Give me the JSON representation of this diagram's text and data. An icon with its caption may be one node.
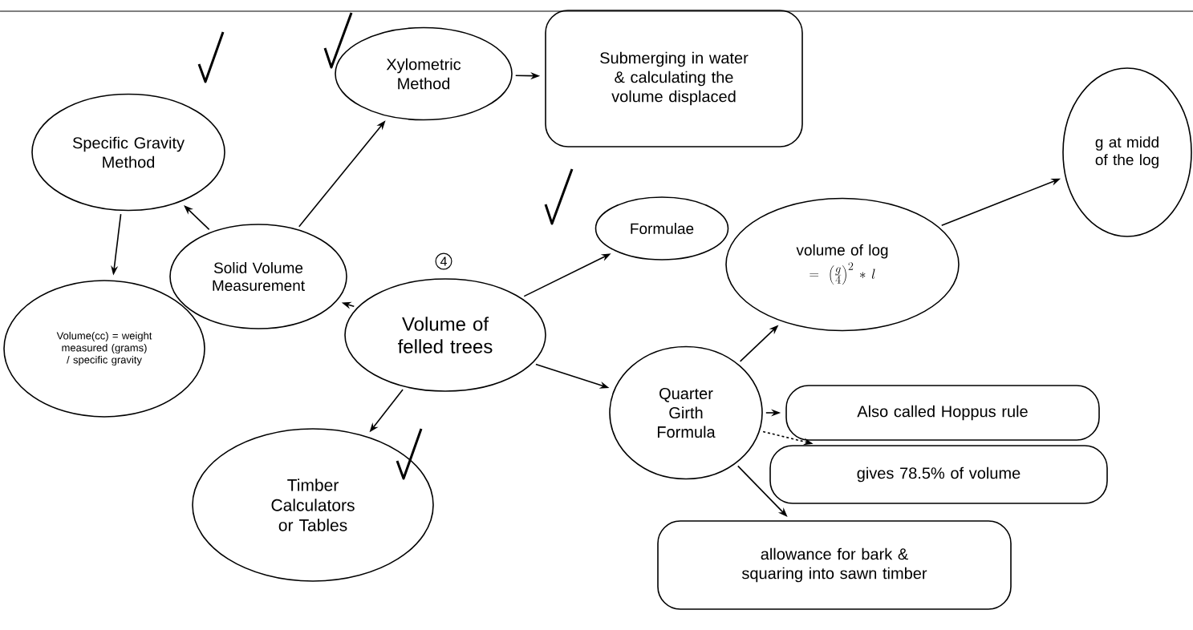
{
  "diagram": {
    "nodes": [
      {
        "text": [
          "Volume of felled trees"
        ]
      },
      {
        "text": [
          "Solid Volume Measurement"
        ]
      },
      {
        "text": [
          "Specific Gravity Method"
        ]
      },
      {
        "text": [
          "Volume(cc) = weight measured (grams) / specific gravity"
        ]
      },
      {
        "text": [
          "Xylometric Method"
        ]
      },
      {
        "text": [
          "Submerging in water & calculating the volume displaced"
        ]
      },
      {
        "text": [
          "Formulae"
        ]
      },
      {
        "text": [
          "Quarter Girth Formula"
        ]
      },
      {
        "text": [
          "volume of log",
          "=\\left(\\frac{g}{4}\\right)^{2}\\ast l"
        ]
      },
      {
        "text": [
          "g at midd of the log"
        ]
      },
      {
        "text": [
          "Also called Hoppus rule"
        ]
      },
      {
        "text": [
          "gives 78.5% of volume"
        ]
      },
      {
        "text": [
          "allowance for bark & squaring into sawn timber"
        ]
      },
      {
        "text": [
          "Timber Calculators or Tables"
        ]
      }
    ],
    "edges": [
      {
        "from": 0,
        "to": 1,
        "arrow": "to"
      },
      {
        "from": 1,
        "to": 2,
        "arrow": "to"
      },
      {
        "from": 2,
        "to": 3,
        "arrow": "to"
      },
      {
        "from": 1,
        "to": 4,
        "arrow": "to"
      },
      {
        "from": 4,
        "to": 5,
        "arrow": "to"
      },
      {
        "from": 0,
        "to": 6,
        "arrow": "to"
      },
      {
        "from": 0,
        "to": 7,
        "arrow": "to"
      },
      {
        "from": 0,
        "to": 13,
        "arrow": "to"
      },
      {
        "from": 7,
        "to": 8,
        "arrow": "to"
      },
      {
        "from": 8,
        "to": 9,
        "arrow": "to"
      },
      {
        "from": 7,
        "to": 10,
        "arrow": "to"
      },
      {
        "from": 7,
        "to": 11,
        "arrow": "to",
        "style": "dashed"
      },
      {
        "from": 7,
        "to": 12,
        "arrow": "to"
      }
    ],
    "labels": [
      "4"
    ]
  }
}
